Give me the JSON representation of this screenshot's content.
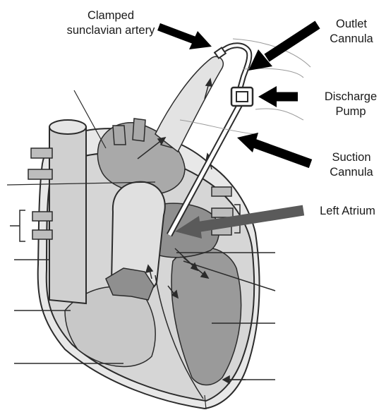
{
  "diagram": {
    "labels": {
      "clamped_line1": "Clamped",
      "clamped_line2": "sunclavian artery",
      "outlet_line1": "Outlet",
      "outlet_line2": "Cannula",
      "discharge_line1": "Discharge",
      "discharge_line2": "Pump",
      "suction_line1": "Suction",
      "suction_line2": "Cannula",
      "left_atrium": "Left Atrium"
    },
    "colors": {
      "outline": "#2b2b2b",
      "light_gray": "#d6d6d6",
      "mid_gray": "#b9b9b9",
      "dark_gray": "#8f8f8f",
      "pointer_black": "#000000",
      "pointer_gray": "#5a5a5a"
    }
  }
}
